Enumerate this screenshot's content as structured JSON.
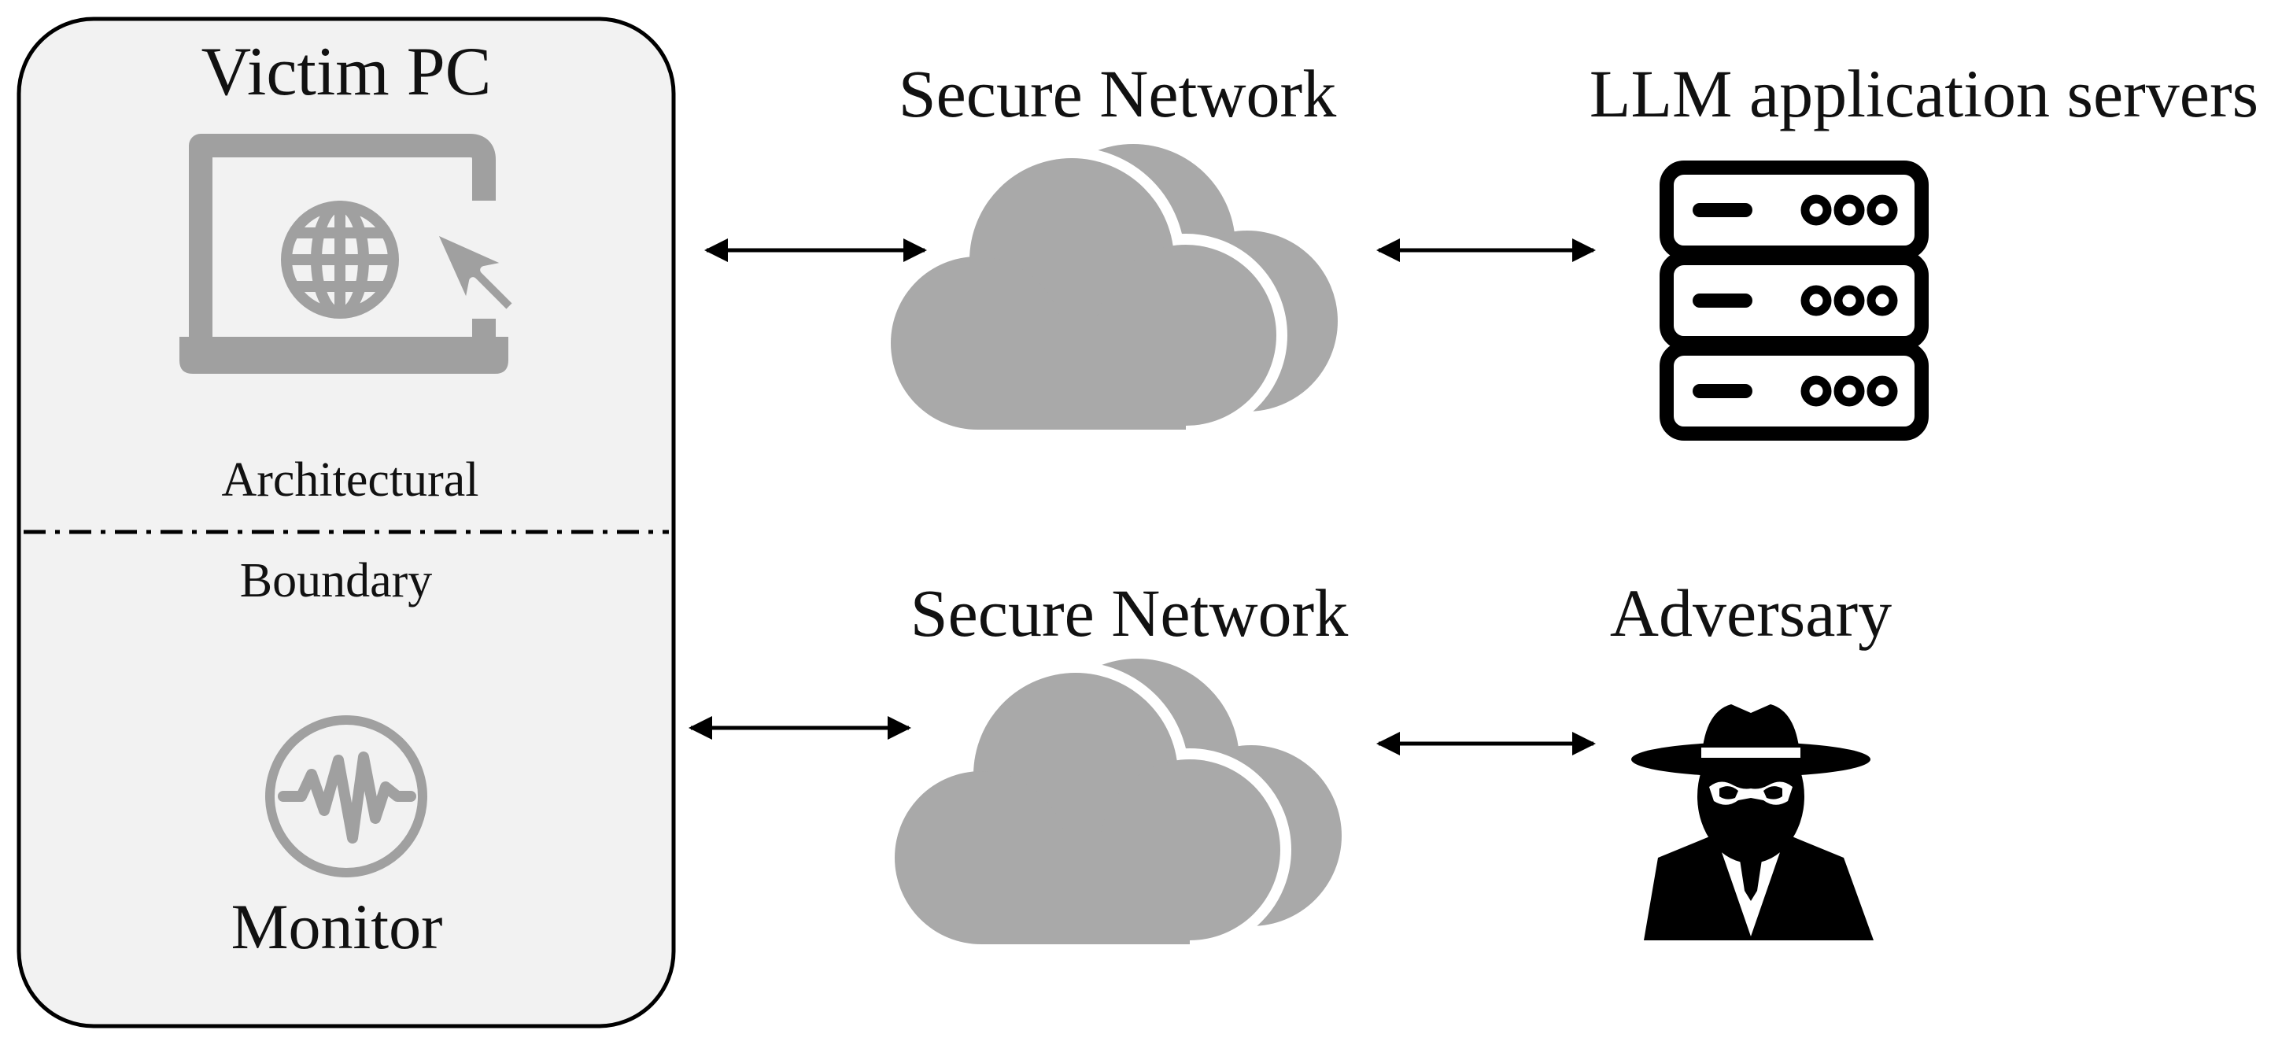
{
  "victim_pc": {
    "title": "Victim PC",
    "boundary_label_top": "Architectural",
    "boundary_label_bottom": "Boundary",
    "monitor_label": "Monitor"
  },
  "network_top": {
    "label": "Secure Network"
  },
  "network_bottom": {
    "label": "Secure Network"
  },
  "servers": {
    "label": "LLM application servers"
  },
  "adversary": {
    "label": "Adversary"
  },
  "colors": {
    "box_fill": "#f2f2f2",
    "icon_gray": "#a0a0a0",
    "cloud_gray": "#a9a9a9",
    "ink": "#000000"
  },
  "icons": {
    "laptop": "laptop-globe-cursor-icon",
    "monitor": "pulse-monitor-icon",
    "cloud": "cloud-icon",
    "server": "server-rack-icon",
    "adversary": "spy-icon"
  }
}
